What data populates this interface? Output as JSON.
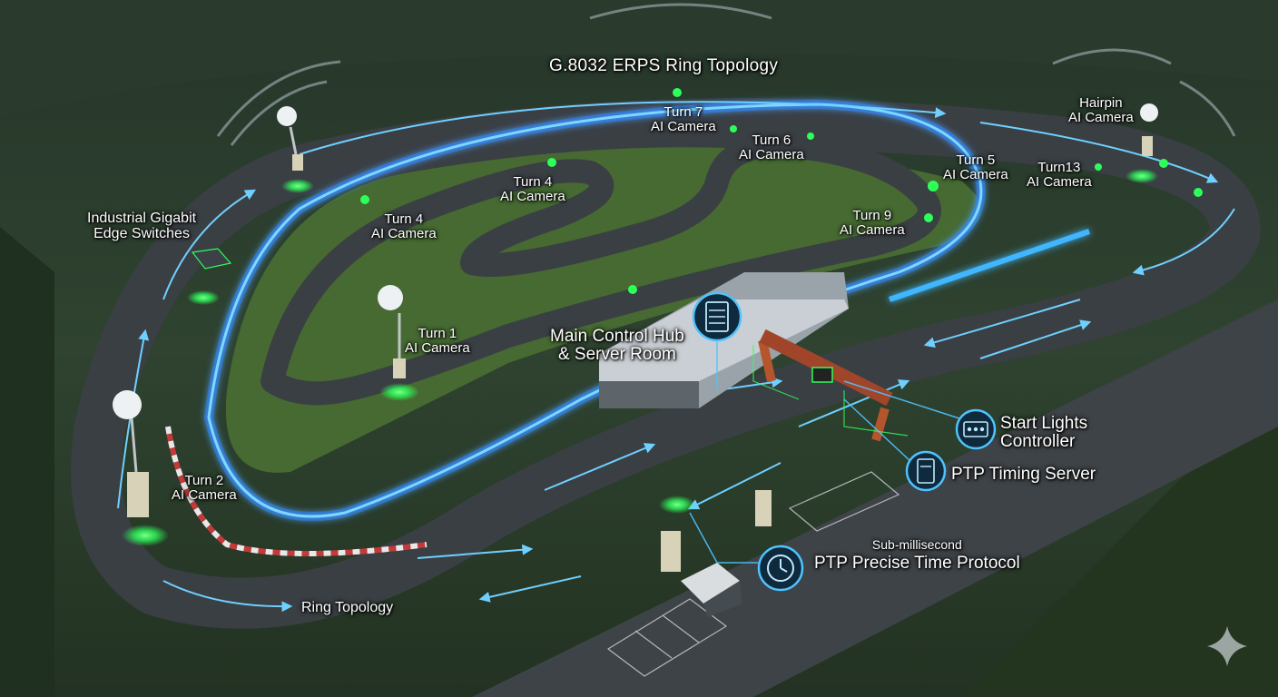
{
  "title": "G.8032 ERPS Ring Topology",
  "ring_topology_label": "Ring Topology",
  "edge_switches": {
    "line1": "Industrial Gigabit",
    "line2": "Edge Switches"
  },
  "main_hub": {
    "line1": "Main Control Hub",
    "line2": "& Server Room"
  },
  "start_lights": {
    "line1": "Start Lights",
    "line2": "Controller"
  },
  "ptp_server": "PTP Timing Server",
  "ptp_protocol": {
    "line1": "Sub-millisecond",
    "line2": "PTP Precise Time Protocol"
  },
  "cameras": [
    {
      "name": "Turn 1",
      "type": "AI Camera"
    },
    {
      "name": "Turn 2",
      "type": "AI Camera"
    },
    {
      "name": "Turn 4",
      "type": "AI Camera"
    },
    {
      "name": "Turn 4",
      "type": "AI Camera"
    },
    {
      "name": "Turn 7",
      "type": "AI Camera"
    },
    {
      "name": "Turn 6",
      "type": "AI Camera"
    },
    {
      "name": "Turn 9",
      "type": "AI Camera"
    },
    {
      "name": "Turn 5",
      "type": "AI Camera"
    },
    {
      "name": "Turn13",
      "type": "AI Camera"
    },
    {
      "name": "Hairpin",
      "type": "AI Camera"
    }
  ],
  "colors": {
    "ring_blue": "#3fb6ff",
    "ring_glow": "#1e7fff",
    "node_green": "#2dff5a",
    "track_asphalt": "#3a3f44",
    "grass": "#3f5a2e",
    "label_white": "#ffffff"
  },
  "icons": [
    "server-icon",
    "clock-icon",
    "start-lights-icon",
    "timing-server-icon",
    "camera-icon",
    "switch-icon",
    "wifi-icon",
    "sparkle-icon"
  ]
}
